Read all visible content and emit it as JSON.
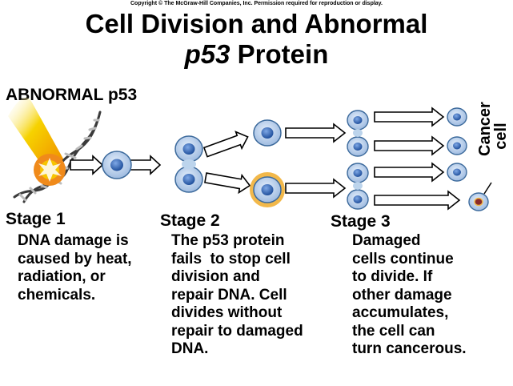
{
  "copyright": "Copyright © The McGraw-Hill Companies, Inc. Permission required for reproduction or display.",
  "title": {
    "line1": "Cell Division and Abnormal",
    "line2_italic": "p53",
    "line2_rest": " Protein"
  },
  "abnormal_label": "ABNORMAL p53",
  "cancer_cell_label": "Cancer\ncell",
  "stages": [
    {
      "label": "Stage 1",
      "description": "DNA damage is\ncaused by heat,\nradiation, or\nchemicals."
    },
    {
      "label": "Stage 2",
      "description": "The p53 protein\nfails  to stop cell\ndivision and\nrepair DNA. Cell\ndivides without\nrepair to damaged\nDNA."
    },
    {
      "label": "Stage 3",
      "description": "Damaged\ncells continue\nto divide. If\nother damage\naccumulates,\nthe cell can\nturn cancerous."
    }
  ],
  "colors": {
    "cell_fill": "#bcd4ec",
    "cell_stroke": "#3c6a9c",
    "nucleus": "#2f66b8",
    "abnormal_ring": "#f2b84a",
    "cancer_nucleus": "#8a2a2a",
    "radiation_beam": "#f6c500",
    "dna_strand": "#3a3a3a"
  }
}
